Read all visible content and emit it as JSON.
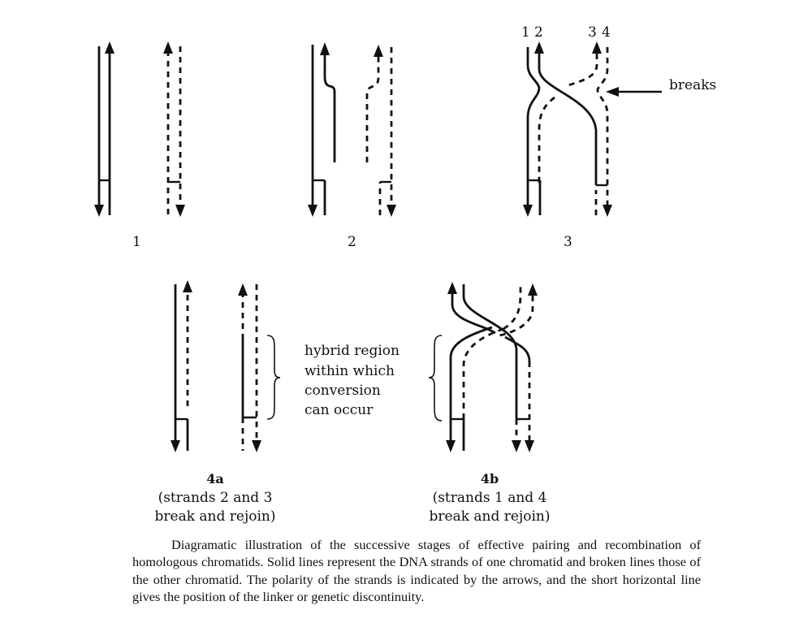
{
  "stages": {
    "s1": {
      "label": "1"
    },
    "s2": {
      "label": "2"
    },
    "s3": {
      "label": "3",
      "strand_numbers": [
        "1",
        "2",
        "3",
        "4"
      ],
      "breaks_label": "breaks"
    },
    "s4a": {
      "label": "4a",
      "sub_line1": "(strands 2 and 3",
      "sub_line2": "break and rejoin)",
      "hybrid_line1": "hybrid region",
      "hybrid_line2": "within which",
      "hybrid_line3": "conversion",
      "hybrid_line4": "can occur"
    },
    "s4b": {
      "label": "4b",
      "sub_line1": "(strands 1 and 4",
      "sub_line2": "break and rejoin)"
    }
  },
  "caption": "Diagramatic illustration of the successive stages of effective pairing and recombination of homologous chromatids. Solid lines represent the DNA strands of one chromatid and broken lines those of the other chromatid. The polarity of the strands is indicated by the arrows, and the short horizontal line gives the position of the linker or genetic discontinuity."
}
